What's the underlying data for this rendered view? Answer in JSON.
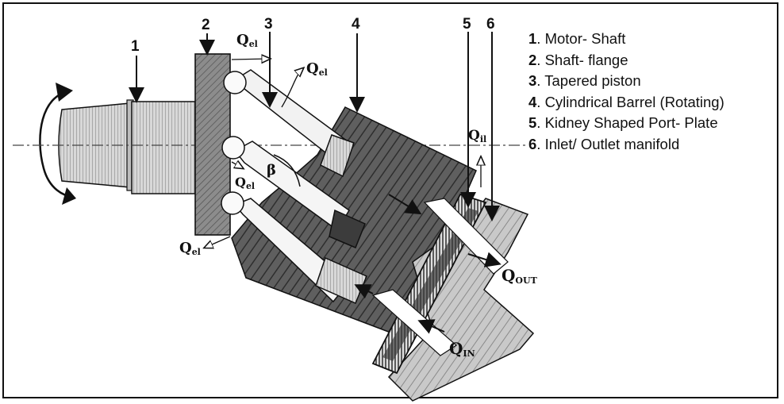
{
  "part_numbers": [
    "1",
    "2",
    "3",
    "4",
    "5",
    "6"
  ],
  "legend": [
    {
      "num": "1",
      "text": ". Motor- Shaft"
    },
    {
      "num": "2",
      "text": ". Shaft- flange"
    },
    {
      "num": "3",
      "text": ". Tapered piston"
    },
    {
      "num": "4",
      "text": ". Cylindrical Barrel (Rotating)"
    },
    {
      "num": "5",
      "text": ". Kidney Shaped Port- Plate"
    },
    {
      "num": "6",
      "text": ". Inlet/ Outlet manifold"
    }
  ],
  "flow_labels": {
    "q_el": {
      "main": "Q",
      "sub": "el"
    },
    "q_il": {
      "main": "Q",
      "sub": "il"
    },
    "q_out": {
      "main": "Q",
      "sub": "OUT"
    },
    "q_in": {
      "main": "Q",
      "sub": "IN"
    }
  },
  "angle_label": "β",
  "colors": {
    "metal_dark": "#5a5a5a",
    "metal_light": "#cfcfcf",
    "outline": "#111111",
    "flange": "#7a7a7a"
  }
}
